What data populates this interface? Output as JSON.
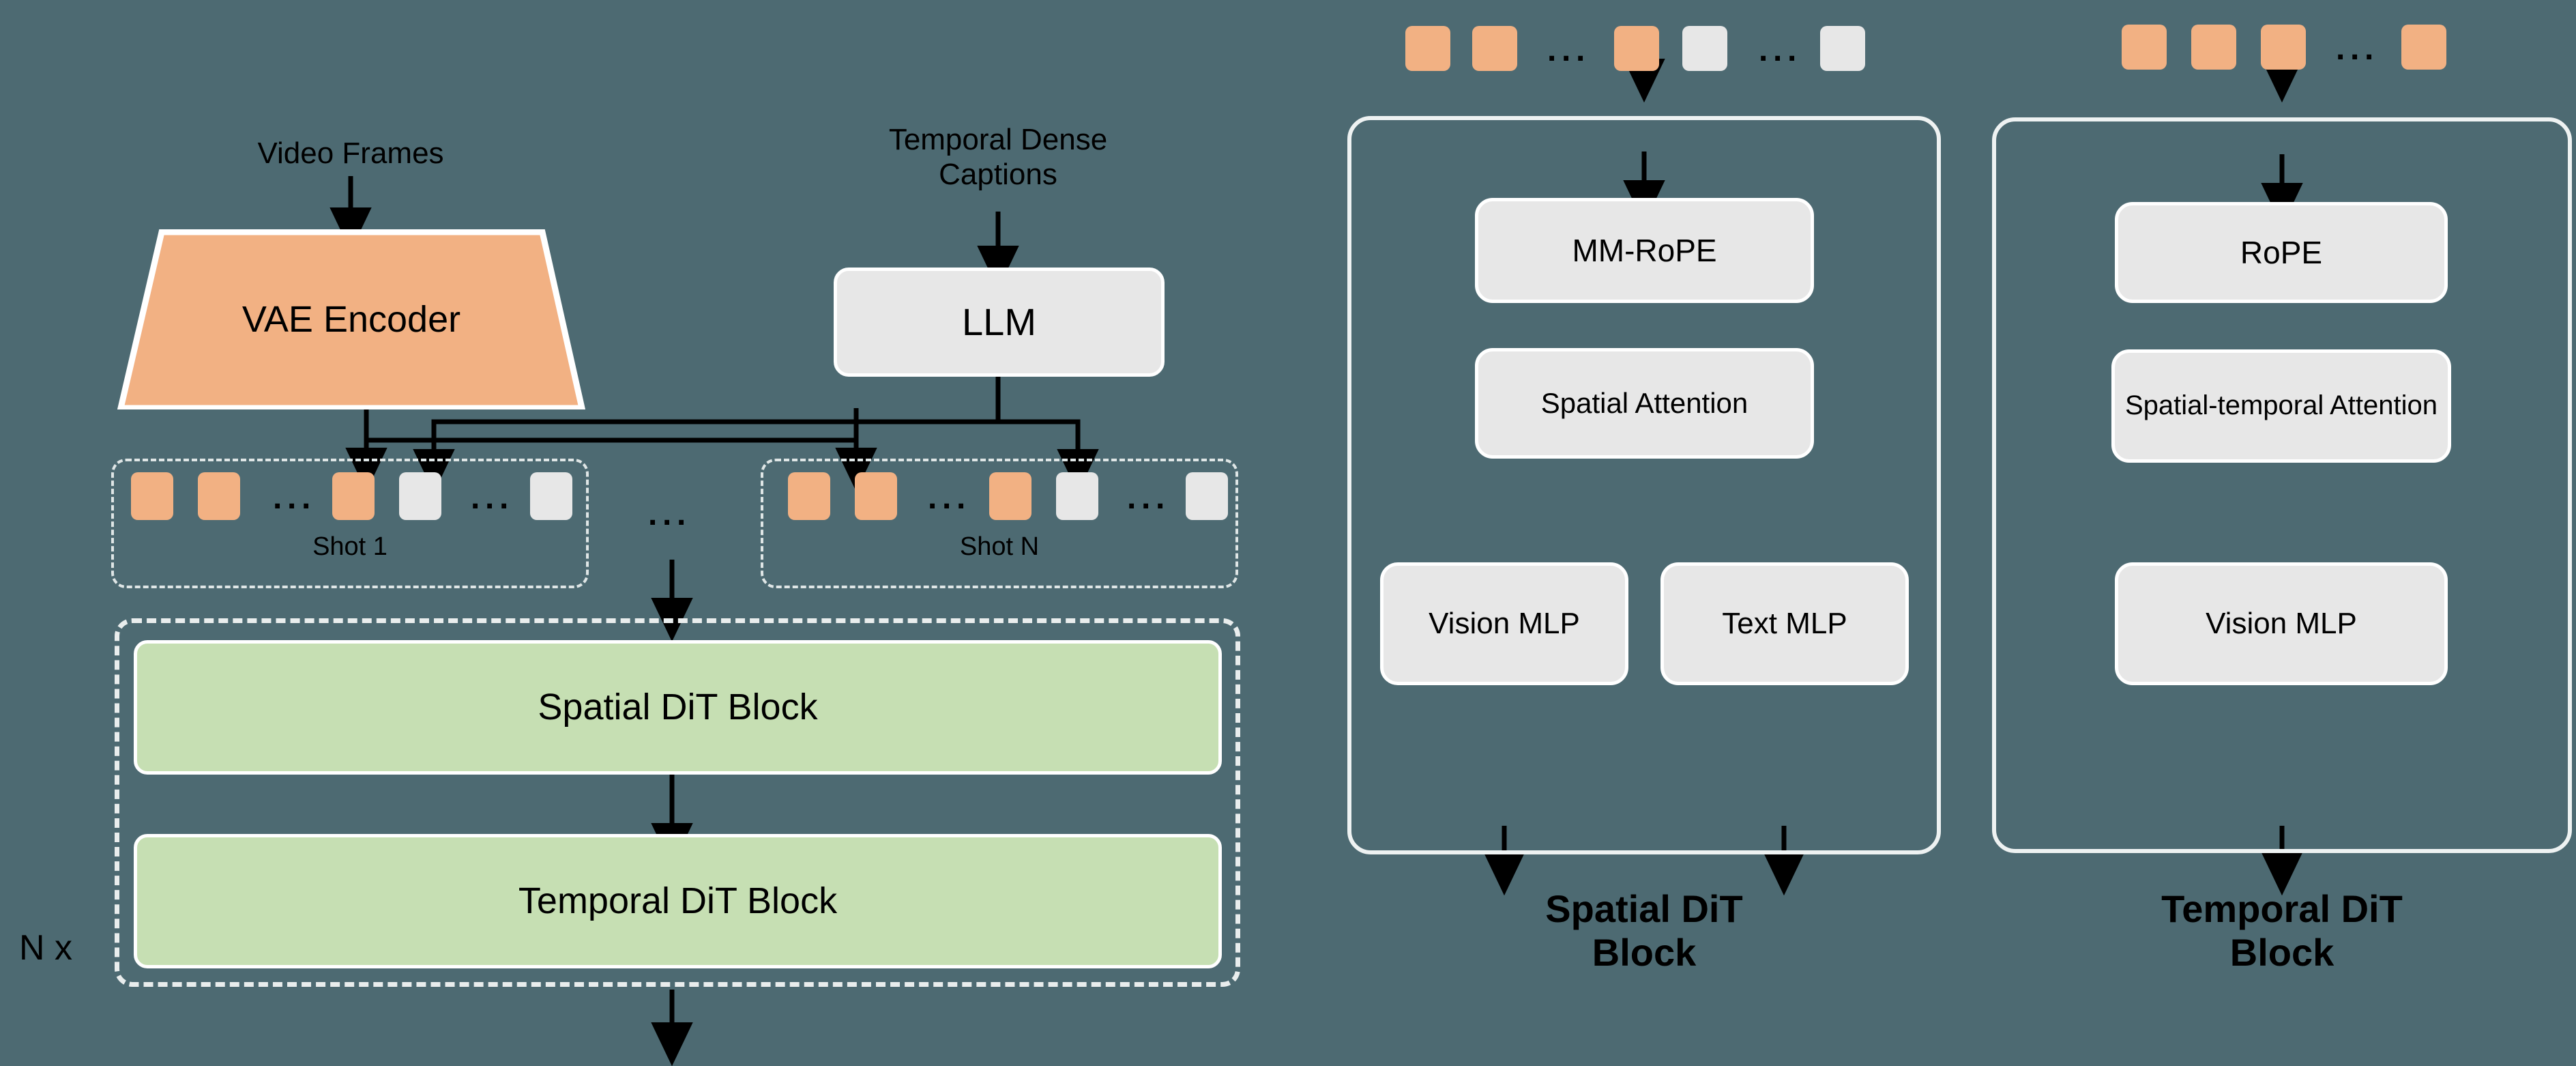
{
  "diagram": {
    "title": "Video generation architecture overview",
    "background_color": "#4d6a72",
    "colors": {
      "background": "#4d6a72",
      "vision_token": "#f2b183",
      "text_token": "#e7e7e7",
      "dit_block": "#c6dfb3",
      "module_box": "#e7e7e7",
      "outline": "#ffffff",
      "arrow": "#000000"
    }
  },
  "left_panel": {
    "video_frames_label": "Video Frames",
    "captions_label": "Temporal Dense\nCaptions",
    "vae_encoder_label": "VAE\nEncoder",
    "llm_label": "LLM",
    "repeat_label": "N x",
    "ellipsis": "...",
    "shots": [
      {
        "name": "Shot 1",
        "tokens": [
          "vision",
          "vision",
          "ellipsis",
          "vision",
          "text",
          "ellipsis",
          "text"
        ]
      },
      {
        "name": "Shot N",
        "tokens": [
          "vision",
          "vision",
          "ellipsis",
          "vision",
          "text",
          "ellipsis",
          "text"
        ]
      }
    ],
    "dit_stack": [
      {
        "label": "Spatial DiT Block"
      },
      {
        "label": "Temporal DiT Block"
      }
    ]
  },
  "spatial_panel": {
    "caption": "Spatial DiT\nBlock",
    "input_tokens": [
      "vision",
      "vision",
      "ellipsis",
      "vision",
      "text",
      "ellipsis",
      "text"
    ],
    "ellipsis": "...",
    "modules": [
      {
        "label": "MM-RoPE"
      },
      {
        "label": "Spatial\nAttention"
      },
      {
        "label": "Vision\nMLP"
      },
      {
        "label": "Text\nMLP"
      }
    ]
  },
  "temporal_panel": {
    "caption": "Temporal DiT\nBlock",
    "input_tokens": [
      "vision",
      "vision",
      "vision",
      "ellipsis",
      "vision"
    ],
    "ellipsis": "...",
    "modules": [
      {
        "label": "RoPE"
      },
      {
        "label": "Spatial-temporal\nAttention"
      },
      {
        "label": "Vision\nMLP"
      }
    ]
  }
}
